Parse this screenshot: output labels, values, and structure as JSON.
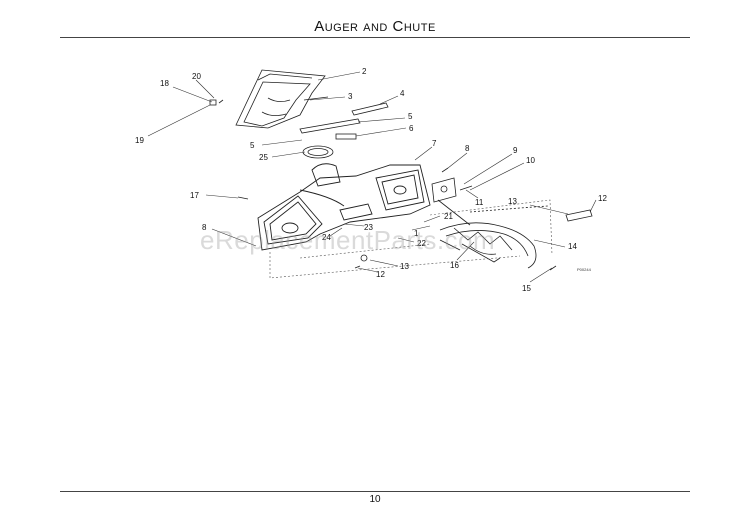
{
  "header": {
    "title": "Auger and Chute"
  },
  "footer": {
    "page_number": "10"
  },
  "watermark": "eReplacementParts.com",
  "diagram": {
    "figure_code": "P00244",
    "callouts": [
      "2",
      "3",
      "4",
      "5",
      "6",
      "7",
      "8",
      "9",
      "10",
      "11",
      "12",
      "12",
      "13",
      "13",
      "14",
      "15",
      "16",
      "17",
      "18",
      "19",
      "20",
      "21",
      "22",
      "23",
      "24",
      "25",
      "5",
      "1",
      "8"
    ]
  }
}
